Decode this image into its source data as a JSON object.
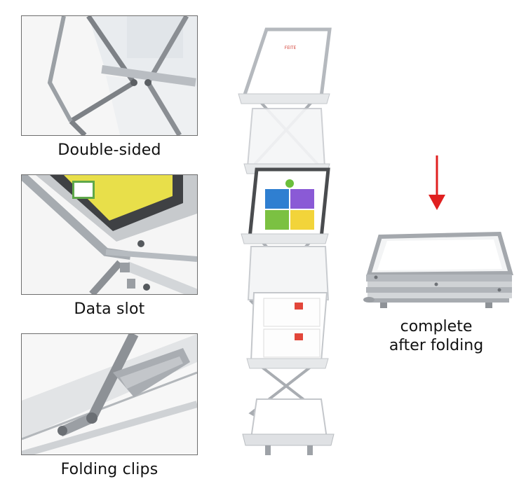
{
  "captions": {
    "double_sided": "Double-sided",
    "data_slot": "Data slot",
    "folding_clips": "Folding clips",
    "folded_line1": "complete",
    "folded_line2": "after folding"
  },
  "brand_text": "FEITE",
  "colors": {
    "arrow": "#e02020",
    "frame": "#a9adb2",
    "panel_border": "#6e6e6e"
  },
  "icons": {
    "arrow": "down-arrow-icon"
  }
}
